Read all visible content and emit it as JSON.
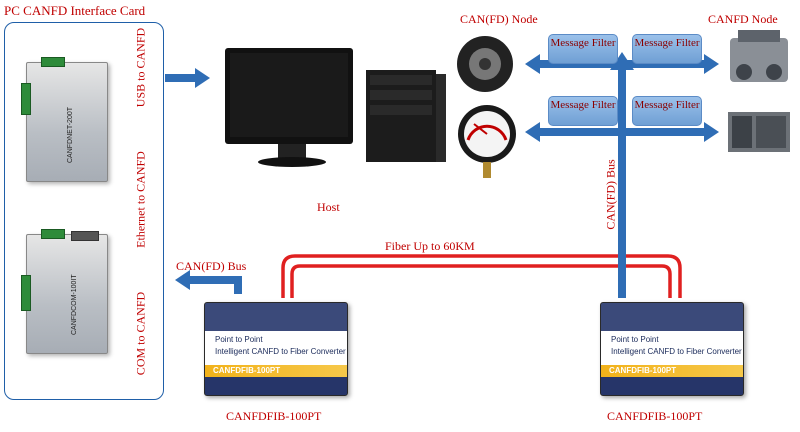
{
  "panel": {
    "title": "PC CANFD Interface Card",
    "usb_label": "USB to CANFD",
    "eth_label": "Ethernet to CANFD",
    "com_label": "COM to CANFD",
    "device1_name": "CANFDNET-200T",
    "device2_name": "CANFDCOM-100IT"
  },
  "host": {
    "label": "Host"
  },
  "bus_left": {
    "label": "CAN(FD) Bus"
  },
  "bus_vertical": {
    "label": "CAN(FD) Bus"
  },
  "fiber": {
    "label": "Fiber Up to 60KM"
  },
  "converter_left": {
    "line1": "Point to Point",
    "line2": "Intelligent CANFD to Fiber Converter",
    "band": "CANFDFIB-100PT",
    "caption": "CANFDFIB-100PT"
  },
  "converter_right": {
    "line1": "Point to Point",
    "line2": "Intelligent CANFD to Fiber Converter",
    "band": "CANFDFIB-100PT",
    "caption": "CANFDFIB-100PT"
  },
  "nodes": {
    "left_label": "CAN(FD) Node",
    "right_label": "CANFD Node"
  },
  "filters": [
    {
      "text": "Message Filter"
    },
    {
      "text": "Message Filter"
    },
    {
      "text": "Message Filter"
    },
    {
      "text": "Message Filter"
    }
  ],
  "colors": {
    "accent_red": "#c00000",
    "arrow_blue": "#2f6db5",
    "fiber_red": "#e02020"
  }
}
